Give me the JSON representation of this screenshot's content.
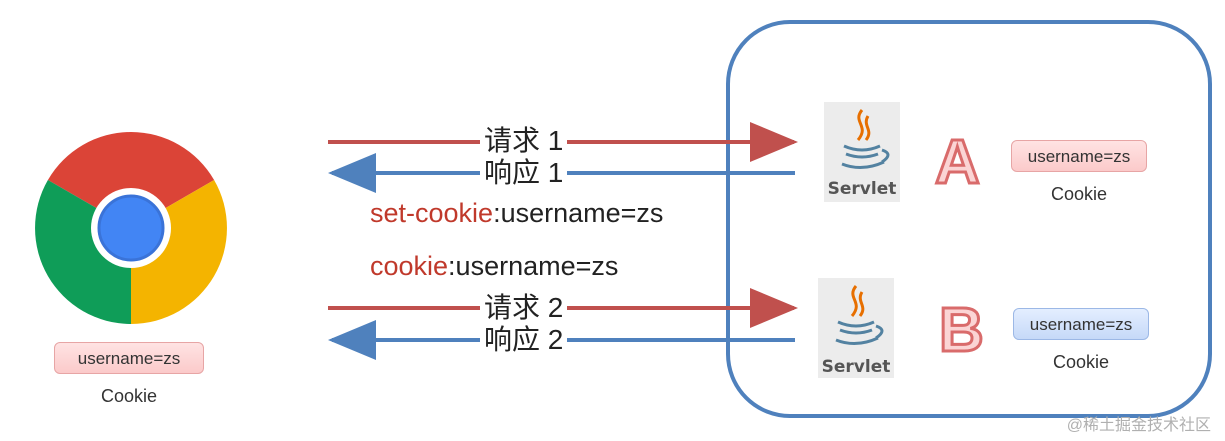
{
  "browser": {
    "icon": "chrome-icon",
    "cookie_value": "username=zs",
    "cookie_caption": "Cookie"
  },
  "messages": {
    "request1": "请求 1",
    "response1": "响应 1",
    "request2": "请求 2",
    "response2": "响应 2"
  },
  "headers": {
    "set_cookie_name": "set-cookie",
    "set_cookie_value": ":username=zs",
    "cookie_name": "cookie",
    "cookie_value": ":username=zs"
  },
  "servers": [
    {
      "letter": "A",
      "servlet_label": "Servlet",
      "cookie_value": "username=zs",
      "cookie_caption": "Cookie"
    },
    {
      "letter": "B",
      "servlet_label": "Servlet",
      "cookie_value": "username=zs",
      "cookie_caption": "Cookie"
    }
  ],
  "watermark": "@稀土掘金技术社区",
  "colors": {
    "request_arrow": "#c0504d",
    "response_arrow": "#4f81bd",
    "container_border": "#4f81bd"
  }
}
